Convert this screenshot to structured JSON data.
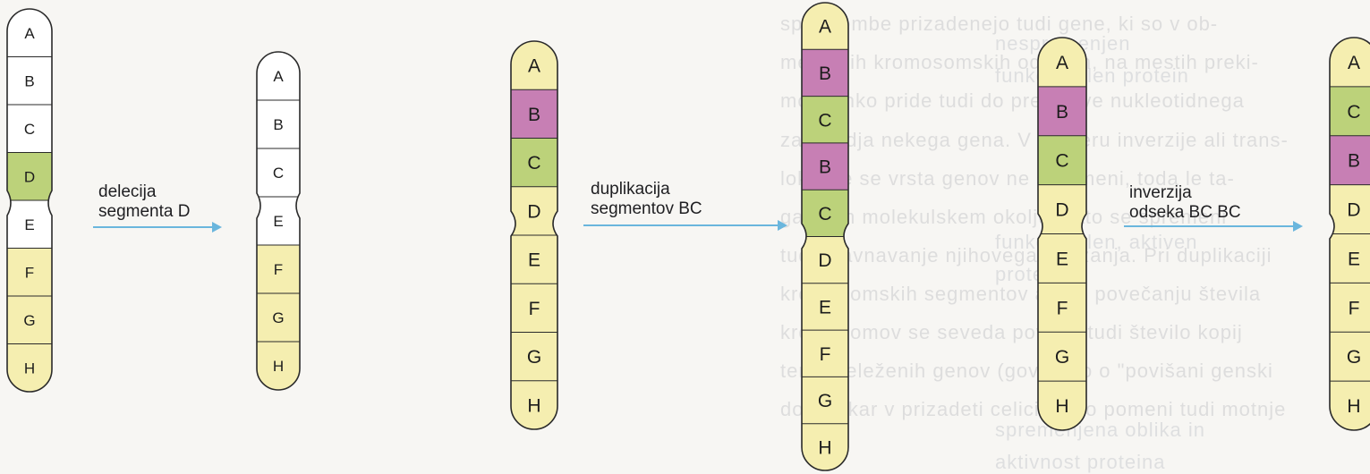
{
  "ghost_paragraph": [
    "spremembe prizadenejo tudi gene, ki so v ob-",
    "menjenih kromosomskih odsekih, na mestih preki-",
    "mov lahko pride tudi do prekinitve nukleotidnega",
    "zaporedja nekega gena. V primeru inverzije ali trans-",
    "lokacije se vrsta genov ne spremeni, toda le ta-",
    "gačnem molekulskem okolju, zato se spremeni",
    "tudi uravnavanje njihovega izražanja. Pri duplikaciji",
    "kromosomskih segmentov ali pri povečanju števila",
    "kromosomov se seveda poveča tudi število kopij",
    "tem udeleženih genov (govorimo o \"povišani genski",
    "dozi\"), kar v prizadeti celici lahko pomeni tudi motnje"
  ],
  "ghost_side": [
    "nespremenjen",
    "funkcionalen protein",
    "funkcionalen, aktiven",
    "protein",
    "spremenjena oblika in",
    "aktivnost proteina"
  ],
  "operations": [
    {
      "id": "deletion",
      "line1": "delecija",
      "line2": "segmenta D"
    },
    {
      "id": "duplication",
      "line1": "duplikacija",
      "line2": "segmentov BC"
    },
    {
      "id": "inversion",
      "line1": "inverzija",
      "line2": "odseka BC BC"
    }
  ],
  "colors": {
    "yellow": "#f5eeb0",
    "green": "#bcd27a",
    "magenta": "#c77fb4",
    "outline": "#2a2a2a",
    "arrow": "#6ab6dd"
  },
  "chromosomes": [
    {
      "id": "original",
      "bands": [
        {
          "label": "A",
          "fill": "white"
        },
        {
          "label": "B",
          "fill": "white"
        },
        {
          "label": "C",
          "fill": "white"
        },
        {
          "label": "D",
          "fill": "green"
        },
        {
          "label": "E",
          "fill": "white"
        },
        {
          "label": "F",
          "fill": "yellow"
        },
        {
          "label": "G",
          "fill": "yellow"
        },
        {
          "label": "H",
          "fill": "yellow"
        }
      ]
    },
    {
      "id": "after-deletion",
      "bands": [
        {
          "label": "A",
          "fill": "white"
        },
        {
          "label": "B",
          "fill": "white"
        },
        {
          "label": "C",
          "fill": "white"
        },
        {
          "label": "E",
          "fill": "white"
        },
        {
          "label": "F",
          "fill": "yellow"
        },
        {
          "label": "G",
          "fill": "yellow"
        },
        {
          "label": "H",
          "fill": "yellow"
        }
      ]
    },
    {
      "id": "before-duplication",
      "bands": [
        {
          "label": "A",
          "fill": "yellow"
        },
        {
          "label": "B",
          "fill": "magenta"
        },
        {
          "label": "C",
          "fill": "green"
        },
        {
          "label": "D",
          "fill": "yellow"
        },
        {
          "label": "E",
          "fill": "yellow"
        },
        {
          "label": "F",
          "fill": "yellow"
        },
        {
          "label": "G",
          "fill": "yellow"
        },
        {
          "label": "H",
          "fill": "yellow"
        }
      ]
    },
    {
      "id": "after-duplication",
      "bands": [
        {
          "label": "A",
          "fill": "yellow"
        },
        {
          "label": "B",
          "fill": "magenta"
        },
        {
          "label": "C",
          "fill": "green"
        },
        {
          "label": "B",
          "fill": "magenta"
        },
        {
          "label": "C",
          "fill": "green"
        },
        {
          "label": "D",
          "fill": "yellow"
        },
        {
          "label": "E",
          "fill": "yellow"
        },
        {
          "label": "F",
          "fill": "yellow"
        },
        {
          "label": "G",
          "fill": "yellow"
        },
        {
          "label": "H",
          "fill": "yellow"
        }
      ]
    },
    {
      "id": "before-inversion",
      "bands": [
        {
          "label": "A",
          "fill": "yellow"
        },
        {
          "label": "B",
          "fill": "magenta"
        },
        {
          "label": "C",
          "fill": "green"
        },
        {
          "label": "D",
          "fill": "yellow"
        },
        {
          "label": "E",
          "fill": "yellow"
        },
        {
          "label": "F",
          "fill": "yellow"
        },
        {
          "label": "G",
          "fill": "yellow"
        },
        {
          "label": "H",
          "fill": "yellow"
        }
      ]
    },
    {
      "id": "after-inversion",
      "bands": [
        {
          "label": "A",
          "fill": "yellow"
        },
        {
          "label": "C",
          "fill": "green"
        },
        {
          "label": "B",
          "fill": "magenta"
        },
        {
          "label": "D",
          "fill": "yellow"
        },
        {
          "label": "E",
          "fill": "yellow"
        },
        {
          "label": "F",
          "fill": "yellow"
        },
        {
          "label": "G",
          "fill": "yellow"
        },
        {
          "label": "H",
          "fill": "yellow"
        }
      ]
    }
  ]
}
